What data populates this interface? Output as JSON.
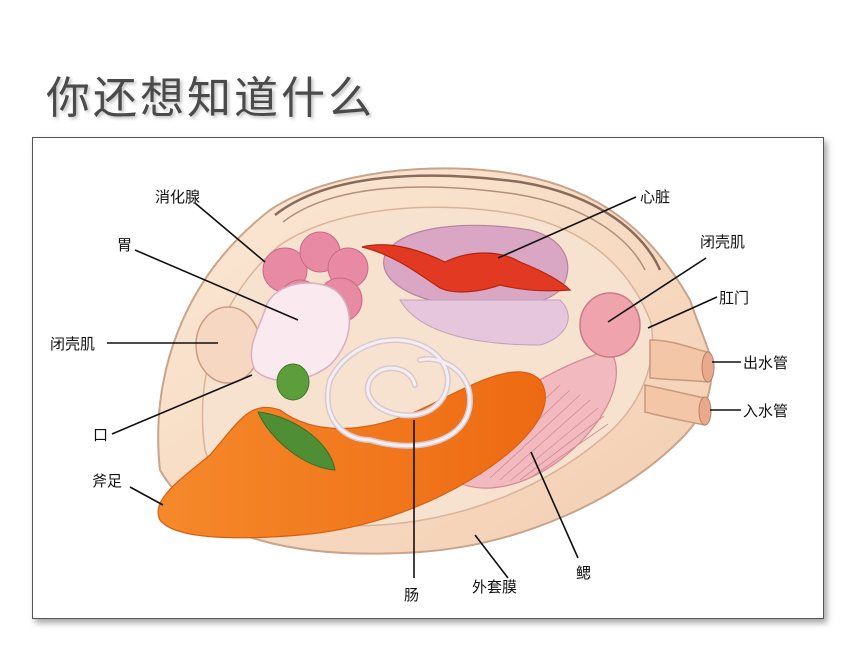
{
  "slide": {
    "title": "你还想知道什么"
  },
  "diagram": {
    "labels": {
      "digestive_gland": "消化腺",
      "stomach": "胃",
      "adductor_left": "闭壳肌",
      "mouth": "口",
      "foot": "斧足",
      "intestine": "肠",
      "mantle": "外套膜",
      "gill": "鳃",
      "heart": "心脏",
      "adductor_right": "闭壳肌",
      "anus": "肛门",
      "excurrent_siphon": "出水管",
      "incurrent_siphon": "入水管"
    },
    "colors": {
      "shell": "#f6dcc4",
      "foot": "#f07a1e",
      "heart": "#e23a22",
      "digestive_gland": "#e98aa5",
      "gill": "#f2b9bf",
      "mouth_palps": "#5c9e3c",
      "stomach": "#fbe9f0"
    }
  }
}
